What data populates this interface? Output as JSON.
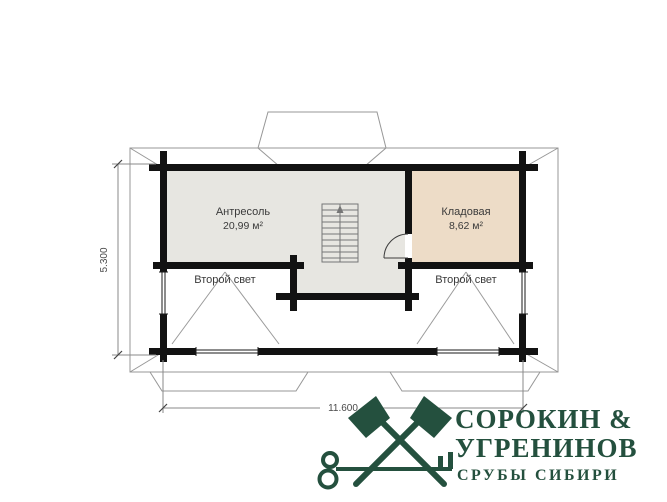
{
  "drawing": {
    "type": "floor-plan",
    "rooms": [
      {
        "name": "Антресоль",
        "area": "20,99 м²"
      },
      {
        "name": "Кладовая",
        "area": "8,62 м²"
      },
      {
        "name": "Второй свет",
        "area": ""
      },
      {
        "name": "Второй свет",
        "area": ""
      }
    ],
    "dimensions": {
      "width_label": "11.600",
      "height_label": "5.300"
    }
  },
  "logo": {
    "line1": "СОРОКИН &",
    "line2": "УГРЕНИНОВ",
    "line3": "СРУБЫ СИБИРИ",
    "icon": "crossed-axes-and-key-icon",
    "color": "#24503e"
  },
  "colors": {
    "background": "#ffffff",
    "wall": "#121212",
    "room_antresol_fill": "#e7e6e1",
    "room_kladovaya_fill": "#eddcc7",
    "roof_outline": "#979797",
    "dimension_text": "#4a4a4a"
  }
}
